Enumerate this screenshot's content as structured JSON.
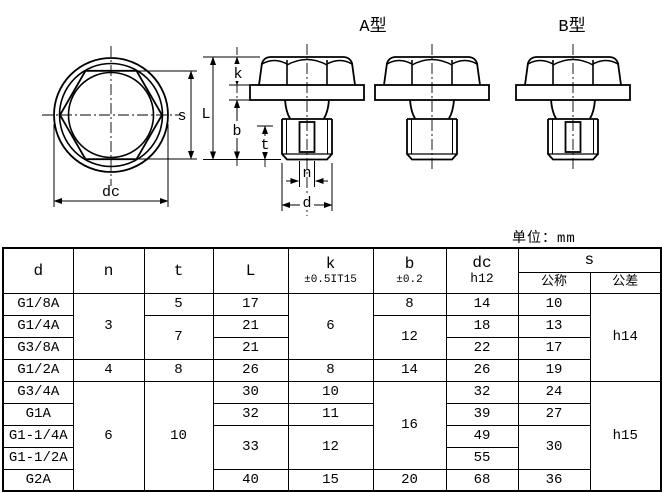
{
  "drawing": {
    "type_a_label": "A型",
    "type_b_label": "B型",
    "labels": {
      "s": "s",
      "dc": "dc",
      "k": "k",
      "L": "L",
      "b": "b",
      "t": "t",
      "n": "n",
      "d": "d"
    },
    "line_color": "#000000",
    "background_color": "#ffffff"
  },
  "unit_label": "单位：mm",
  "table": {
    "headers": {
      "d": "d",
      "n": "n",
      "t": "t",
      "L": "L",
      "k": "k",
      "k_tol": "±0.5IT15",
      "b": "b",
      "b_tol": "±0.2",
      "dc": "dc",
      "dc_tol": "h12",
      "s": "s",
      "s_nominal": "公称",
      "s_tolerance": "公差"
    },
    "rows": [
      {
        "d": "G1/8A",
        "n": "3",
        "t": "5",
        "L": "17",
        "k": "6",
        "b": "8",
        "dc": "14",
        "s_n": "10",
        "s_t": "h14"
      },
      {
        "d": "G1/4A",
        "t": "7",
        "L": "21",
        "b": "12",
        "dc": "18",
        "s_n": "13"
      },
      {
        "d": "G3/8A",
        "L": "21",
        "dc": "22",
        "s_n": "17"
      },
      {
        "d": "G1/2A",
        "n": "4",
        "t": "8",
        "L": "26",
        "k": "8",
        "b": "14",
        "dc": "26",
        "s_n": "19"
      },
      {
        "d": "G3/4A",
        "n": "6",
        "t": "10",
        "L": "30",
        "k": "10",
        "b": "16",
        "dc": "32",
        "s_n": "24",
        "s_t": "h15"
      },
      {
        "d": "G1A",
        "L": "32",
        "k": "11",
        "dc": "39",
        "s_n": "27"
      },
      {
        "d": "G1-1/4A",
        "L": "33",
        "k": "12",
        "dc": "49",
        "s_n": "30"
      },
      {
        "d": "G1-1/2A",
        "dc": "55"
      },
      {
        "d": "G2A",
        "L": "40",
        "k": "15",
        "b": "20",
        "dc": "68",
        "s_n": "36"
      }
    ]
  }
}
